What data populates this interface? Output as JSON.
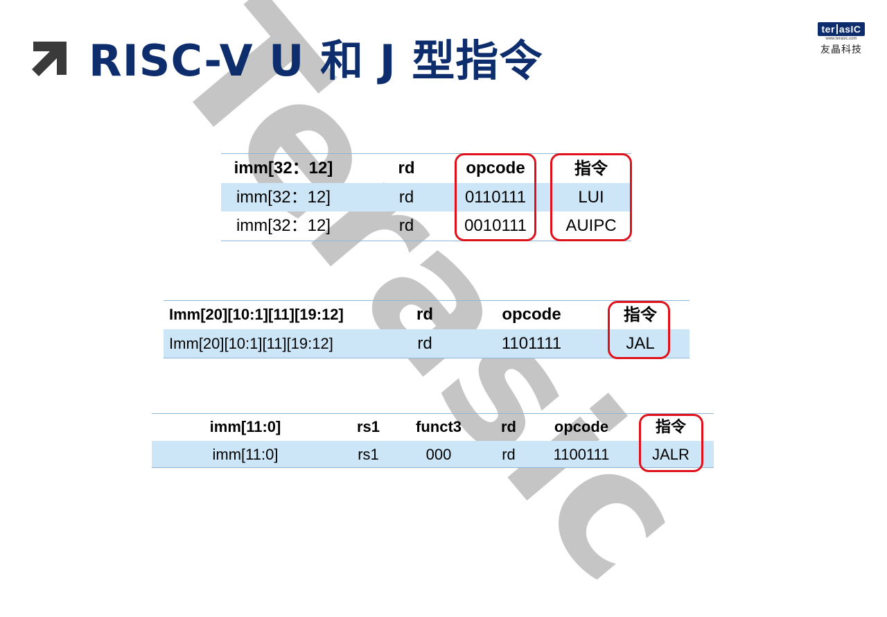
{
  "slide": {
    "title": "RISC-V U 和 J 型指令",
    "watermark": "Terasic"
  },
  "logo": {
    "left": "ter",
    "right": "asIC",
    "url": "www.terasic.com",
    "chinese": "友晶科技"
  },
  "table_u": {
    "headers": [
      "imm[32：12]",
      "rd",
      "opcode",
      "指令"
    ],
    "rows": [
      [
        "imm[32：12]",
        "rd",
        "0110111",
        "LUI"
      ],
      [
        "imm[32：12]",
        "rd",
        "0010111",
        "AUIPC"
      ]
    ]
  },
  "table_j": {
    "headers": [
      "Imm[20][10:1][11][19:12]",
      "rd",
      "opcode",
      "指令"
    ],
    "rows": [
      [
        "Imm[20][10:1][11][19:12]",
        "rd",
        "1101111",
        "JAL"
      ]
    ]
  },
  "table_i": {
    "headers": [
      "imm[11:0]",
      "rs1",
      "funct3",
      "rd",
      "opcode",
      "指令"
    ],
    "rows": [
      [
        "imm[11:0]",
        "rs1",
        "000",
        "rd",
        "1100111",
        "JALR"
      ]
    ]
  },
  "colors": {
    "title": "#0d2d6c",
    "row_highlight": "#cde6f7",
    "box_outline": "#e0101a",
    "watermark": "#969696"
  }
}
